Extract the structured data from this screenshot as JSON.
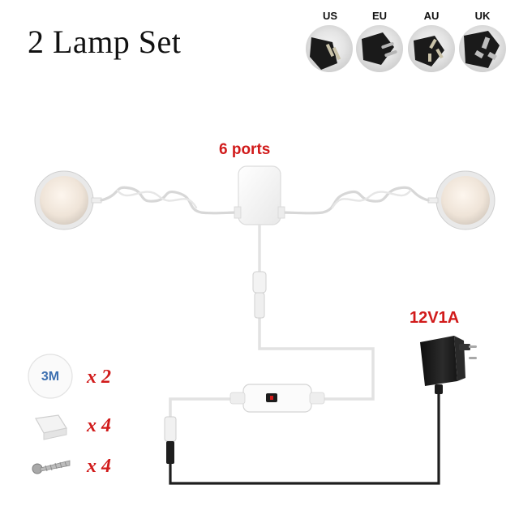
{
  "title": "2 Lamp Set",
  "plugs": [
    {
      "label": "US",
      "icon": "us-plug-icon"
    },
    {
      "label": "EU",
      "icon": "eu-plug-icon"
    },
    {
      "label": "AU",
      "icon": "au-plug-icon"
    },
    {
      "label": "UK",
      "icon": "uk-plug-icon"
    }
  ],
  "hub_label": "6 ports",
  "adapter_label": "12V1A",
  "accessories": [
    {
      "icon": "3m-adhesive-pad-icon",
      "logo_text": "3M",
      "quantity": "x 2"
    },
    {
      "icon": "cable-clip-icon",
      "quantity": "x 4"
    },
    {
      "icon": "screw-icon",
      "quantity": "x 4"
    }
  ],
  "colors": {
    "label_red": "#d11a1a",
    "plug_black": "#1a1a1a",
    "cable_white": "#f2f2f2"
  }
}
